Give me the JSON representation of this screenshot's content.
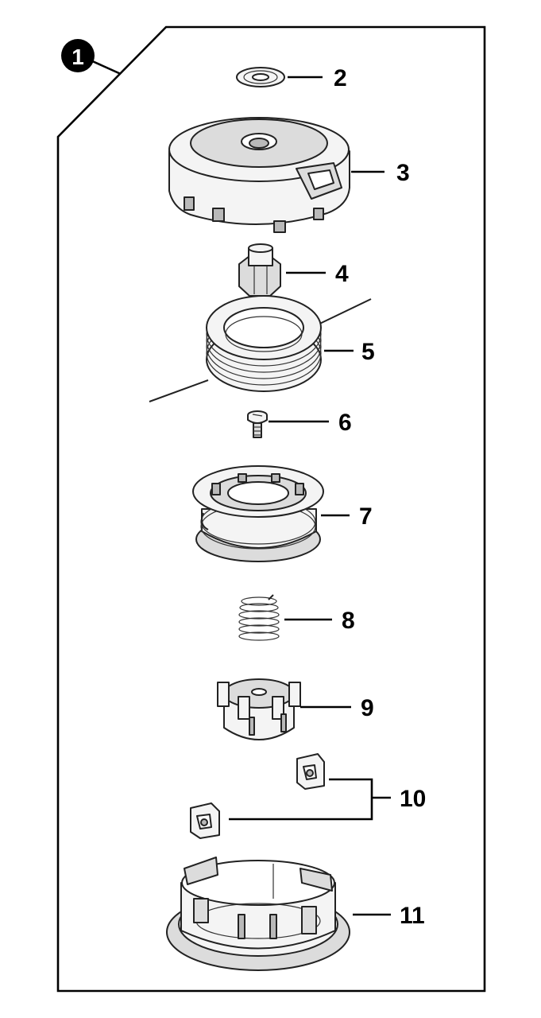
{
  "assembly_number": "1",
  "callouts": [
    {
      "id": "washer",
      "label": "2"
    },
    {
      "id": "cover",
      "label": "3"
    },
    {
      "id": "nut",
      "label": "4"
    },
    {
      "id": "line",
      "label": "5"
    },
    {
      "id": "screw",
      "label": "6"
    },
    {
      "id": "spool",
      "label": "7"
    },
    {
      "id": "spring",
      "label": "8"
    },
    {
      "id": "hub",
      "label": "9"
    },
    {
      "id": "clips",
      "label": "10"
    },
    {
      "id": "housing",
      "label": "11"
    }
  ],
  "colors": {
    "ink": "#000000",
    "fill_light": "#f4f4f4",
    "fill_mid": "#dcdcdc",
    "fill_dark": "#b9b9b9"
  }
}
